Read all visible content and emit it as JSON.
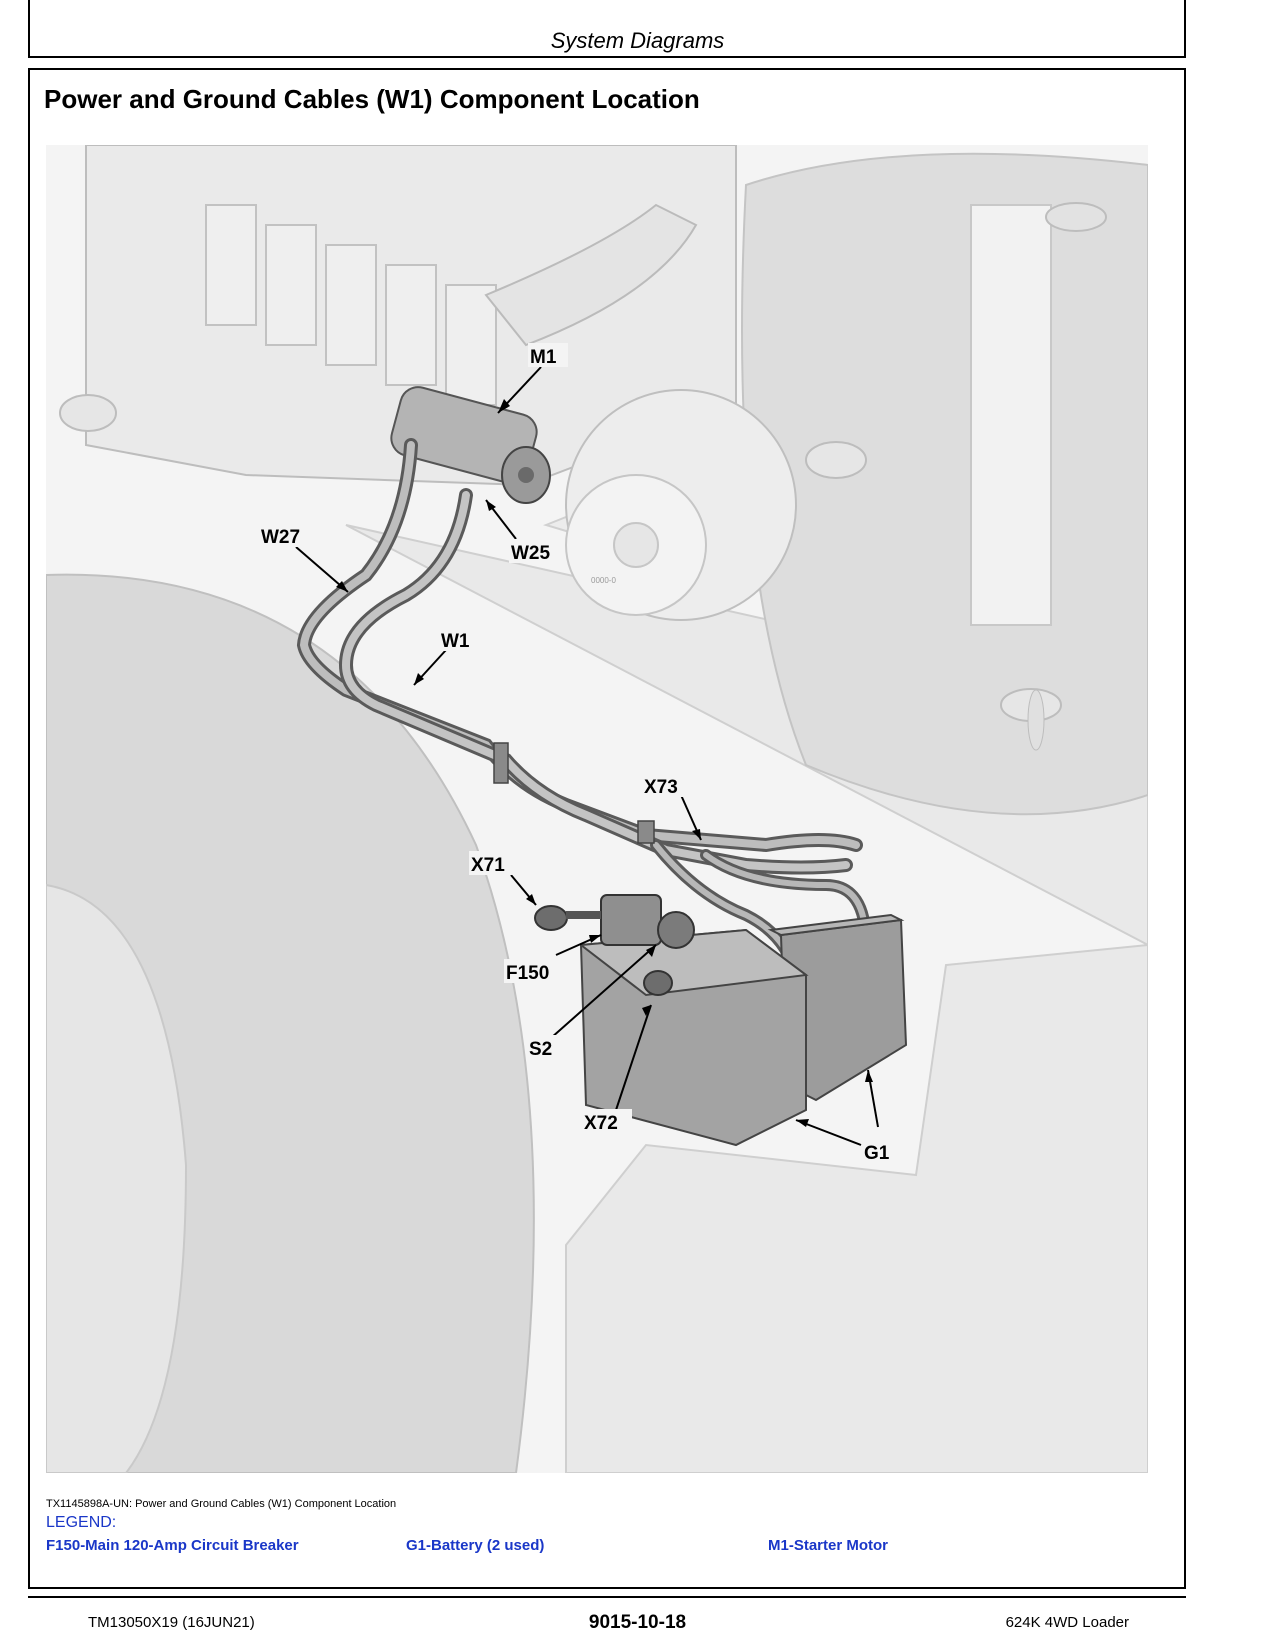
{
  "header": {
    "section_title": "System Diagrams"
  },
  "page": {
    "title": "Power and Ground Cables (W1) Component Location"
  },
  "figure": {
    "callouts": {
      "m1": "M1",
      "w27": "W27",
      "w25": "W25",
      "w1": "W1",
      "x73": "X73",
      "x71": "X71",
      "f150": "F150",
      "s2": "S2",
      "x72": "X72",
      "g1": "G1"
    },
    "engraving": "0000-0"
  },
  "caption": "TX1145898A-UN: Power and Ground Cables (W1) Component Location",
  "legend": {
    "title": "LEGEND:",
    "items": [
      "F150-Main 120-Amp Circuit Breaker",
      "G1-Battery (2 used)",
      "M1-Starter Motor"
    ]
  },
  "footer": {
    "doc_id": "TM13050X19 (16JUN21)",
    "page_number": "9015-10-18",
    "model": "624K 4WD Loader"
  },
  "colors": {
    "legend_blue": "#1a37c8"
  }
}
